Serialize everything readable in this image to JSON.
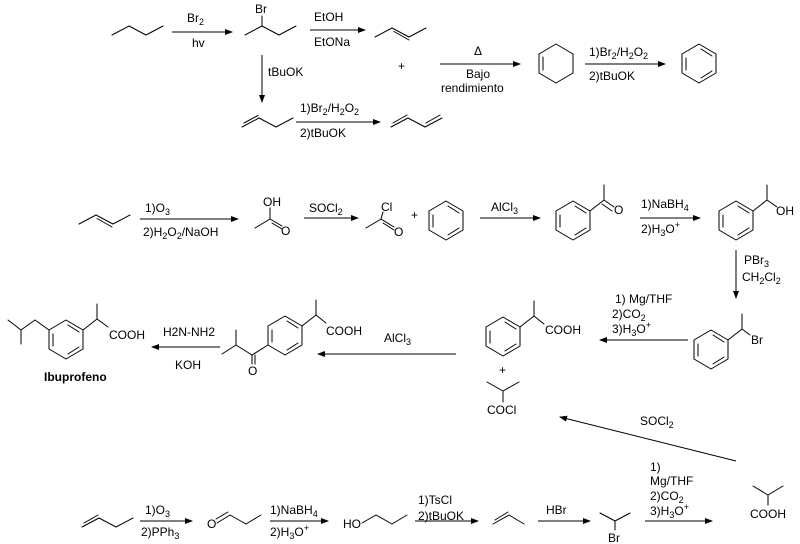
{
  "row1": {
    "r1_top": "Br",
    "r1_sub": "2",
    "r1_bot": "hv",
    "m2_br": "Br",
    "r2_top": "EtOH",
    "r2_bot": "EtONa",
    "r3_label": "tBuOK",
    "r4_top_a": "1)Br",
    "r4_top_sub": "2",
    "r4_top_b": "/H",
    "r4_top_sub2": "2",
    "r4_top_c": "O",
    "r4_top_sub3": "2",
    "r4_bot": "2)tBuOK",
    "plus": "+",
    "r5_delta": "Δ",
    "r5_bot1": "Bajo",
    "r5_bot2": "rendimiento",
    "r6_top_a": "1)Br",
    "r6_top_sub": "2",
    "r6_top_b": "/H",
    "r6_top_sub2": "2",
    "r6_top_c": "O",
    "r6_top_sub3": "2",
    "r6_bot": "2)tBuOK"
  },
  "row2": {
    "r1_top_a": "1)O",
    "r1_top_sub": "3",
    "r1_bot_a": "2)H",
    "r1_bot_sub": "2",
    "r1_bot_b": "O",
    "r1_bot_sub2": "2",
    "r1_bot_c": "/NaOH",
    "oh": "OH",
    "o1": "O",
    "r2_top_a": "SOCl",
    "r2_top_sub": "2",
    "cl": "Cl",
    "o2": "O",
    "plus": "+",
    "r3_top_a": "AlCl",
    "r3_top_sub": "3",
    "o3": "O",
    "r4_top_a": "1)NaBH",
    "r4_top_sub": "4",
    "r4_bot_a": "2)H",
    "r4_bot_sub": "3",
    "r4_bot_b": "O",
    "r4_bot_sup": "+",
    "oh2": "OH",
    "r5_top_a": "PBr",
    "r5_top_sub": "3",
    "r5_bot_a": "CH",
    "r5_bot_sub": "2",
    "r5_bot_b": "Cl",
    "r5_bot_sub2": "2"
  },
  "row3": {
    "br": "Br",
    "r1_l1": "1) Mg/THF",
    "r1_l2_a": "2)CO",
    "r1_l2_sub": "2",
    "r1_l3_a": "3)H",
    "r1_l3_sub": "3",
    "r1_l3_b": "O",
    "r1_l3_sup": "+",
    "cooh1": "COOH",
    "plus": "+",
    "cocl": "COCl",
    "r2_top_a": "AlCl",
    "r2_top_sub": "3",
    "cooh2": "COOH",
    "o": "O",
    "r3_top": "H2N-NH2",
    "r3_bot": "KOH",
    "cooh3": "COOH",
    "name": "Ibuprofeno",
    "socl_a": "SOCl",
    "socl_sub": "2"
  },
  "row4": {
    "r1_top_a": "1)O",
    "r1_top_sub": "3",
    "r1_bot_a": "2)PPh",
    "r1_bot_sub": "3",
    "o": "O",
    "r2_top_a": "1)NaBH",
    "r2_top_sub": "4",
    "r2_bot_a": "2)H",
    "r2_bot_sub": "3",
    "r2_bot_b": "O",
    "r2_bot_sup": "+",
    "ho": "HO",
    "r3_top": "1)TsCl",
    "r3_bot": "2)tBuOK",
    "r4_top": "HBr",
    "br": "Br",
    "r5_l1": "1)",
    "r5_l2": "Mg/THF",
    "r5_l3_a": "2)CO",
    "r5_l3_sub": "2",
    "r5_l4_a": "3)H",
    "r5_l4_sub": "3",
    "r5_l4_b": "O",
    "r5_l4_sup": "+",
    "cooh": "COOH"
  }
}
